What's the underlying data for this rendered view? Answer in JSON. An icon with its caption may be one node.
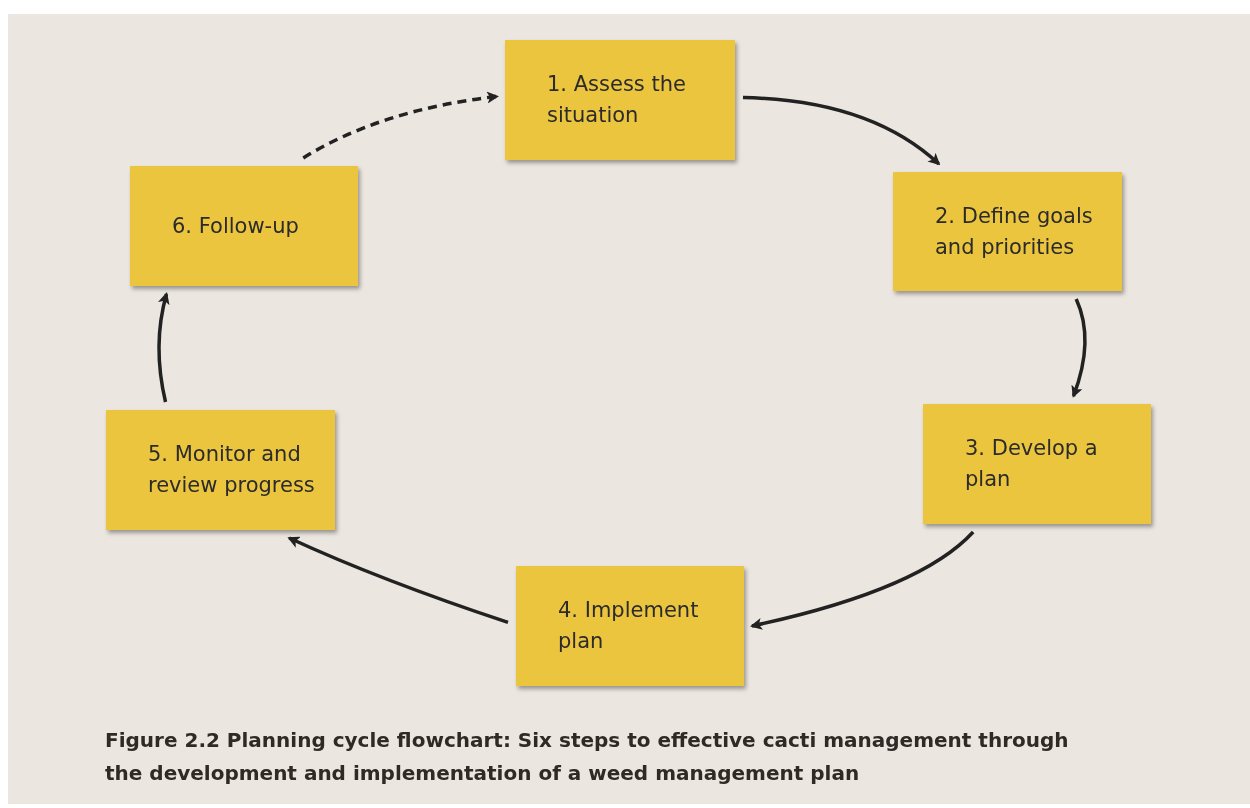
{
  "diagram": {
    "caption": "Figure 2.2 Planning cycle flowchart: Six steps to effective cacti management through the development and implementation of a weed management plan",
    "nodes": [
      {
        "text": [
          "1. Assess the situation"
        ]
      },
      {
        "text": [
          "2. Define goals and priorities"
        ]
      },
      {
        "text": [
          "3. Develop a plan"
        ]
      },
      {
        "text": [
          "4. Implement plan"
        ]
      },
      {
        "text": [
          "5. Monitor and review progress"
        ]
      },
      {
        "text": [
          "6. Follow-up"
        ]
      }
    ],
    "edges": [
      {
        "from": 0,
        "to": 1,
        "arrow": "to"
      },
      {
        "from": 1,
        "to": 2,
        "arrow": "to"
      },
      {
        "from": 2,
        "to": 3,
        "arrow": "to"
      },
      {
        "from": 3,
        "to": 4,
        "arrow": "to"
      },
      {
        "from": 4,
        "to": 5,
        "arrow": "to"
      },
      {
        "from": 5,
        "to": 0,
        "arrow": "to",
        "style": "dashed"
      }
    ]
  }
}
